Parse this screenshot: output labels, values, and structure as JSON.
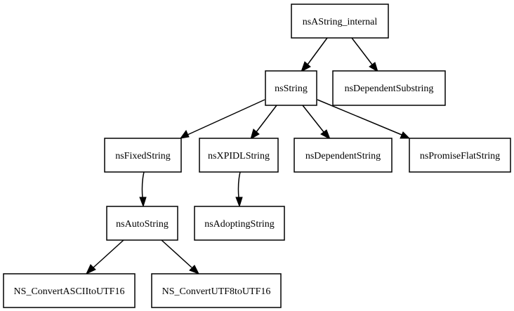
{
  "diagram": {
    "nodes": {
      "nsastring_internal": "nsAString_internal",
      "nsstring": "nsString",
      "nsdependentsubstring": "nsDependentSubstring",
      "nsfixedstring": "nsFixedString",
      "nsxpidlstring": "nsXPIDLString",
      "nsdependentstring": "nsDependentString",
      "nspromiseflatstring": "nsPromiseFlatString",
      "nsautostring": "nsAutoString",
      "nsadoptingstring": "nsAdoptingString",
      "ns_convertasciitoutf16": "NS_ConvertASCIItoUTF16",
      "ns_convertutf8toutf16": "NS_ConvertUTF8toUTF16"
    },
    "edges": [
      [
        "nsastring_internal",
        "nsstring"
      ],
      [
        "nsastring_internal",
        "nsdependentsubstring"
      ],
      [
        "nsstring",
        "nsfixedstring"
      ],
      [
        "nsstring",
        "nsxpidlstring"
      ],
      [
        "nsstring",
        "nsdependentstring"
      ],
      [
        "nsstring",
        "nspromiseflatstring"
      ],
      [
        "nsfixedstring",
        "nsautostring"
      ],
      [
        "nsxpidlstring",
        "nsadoptingstring"
      ],
      [
        "nsautostring",
        "ns_convertasciitoutf16"
      ],
      [
        "nsautostring",
        "ns_convertutf8toutf16"
      ]
    ]
  }
}
